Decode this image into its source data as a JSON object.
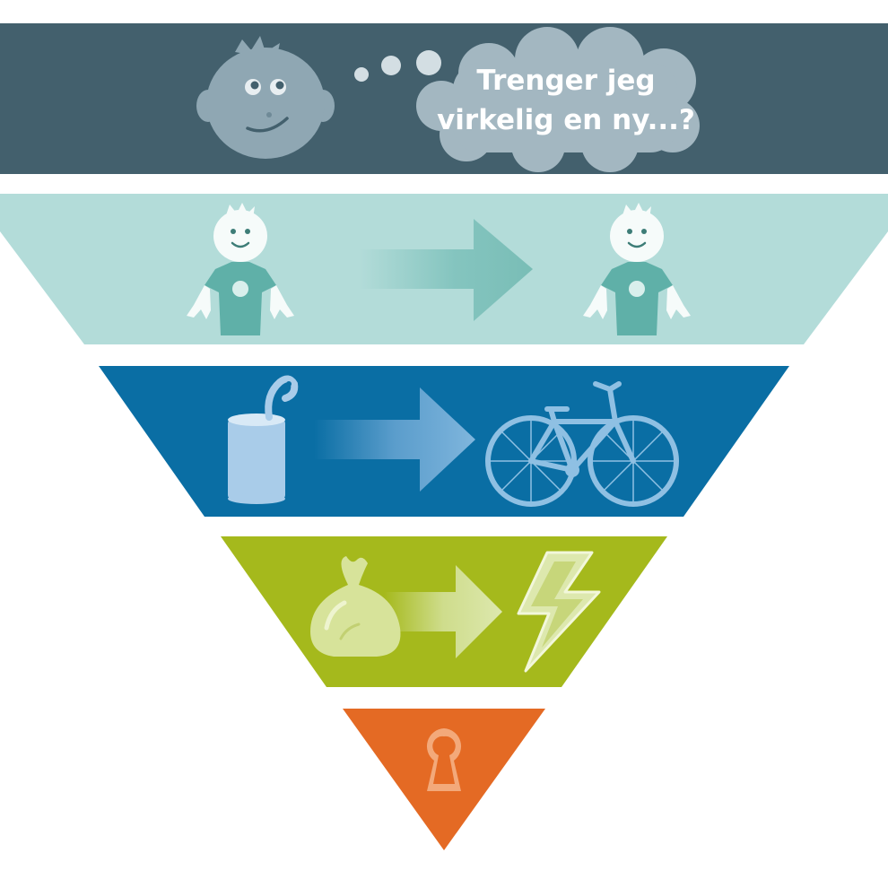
{
  "diagram": {
    "type": "inverted-waste-hierarchy",
    "levels": [
      {
        "id": "reduce",
        "icon": "thinking-face-icon",
        "color": "#43606d"
      },
      {
        "id": "reuse",
        "icon": "boy-shirt-to-boy-shirt-icon",
        "color": "#b3dcd9"
      },
      {
        "id": "recycle",
        "icon": "can-to-bicycle-icon",
        "color": "#0a6ea4"
      },
      {
        "id": "energy-recovery",
        "icon": "trash-bag-to-lightning-icon",
        "color": "#a5b91c"
      },
      {
        "id": "disposal",
        "icon": "keyhole-icon",
        "color": "#e46a24"
      }
    ]
  },
  "thought": {
    "line1": "Trenger jeg",
    "line2": "virkelig en ny...?"
  }
}
